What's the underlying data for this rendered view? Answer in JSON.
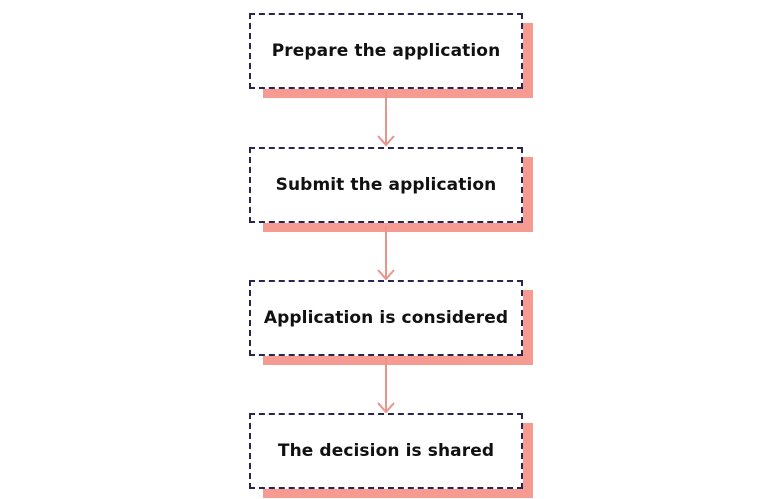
{
  "flowchart": {
    "steps": [
      {
        "label": "Prepare the application"
      },
      {
        "label": "Submit the application"
      },
      {
        "label": "Application is considered"
      },
      {
        "label": "The decision is shared"
      }
    ]
  },
  "colors": {
    "box_border": "#2a2550",
    "box_fill": "#ffffff",
    "shadow": "#f69b91",
    "arrow": "#e9958b",
    "text": "#111111"
  }
}
